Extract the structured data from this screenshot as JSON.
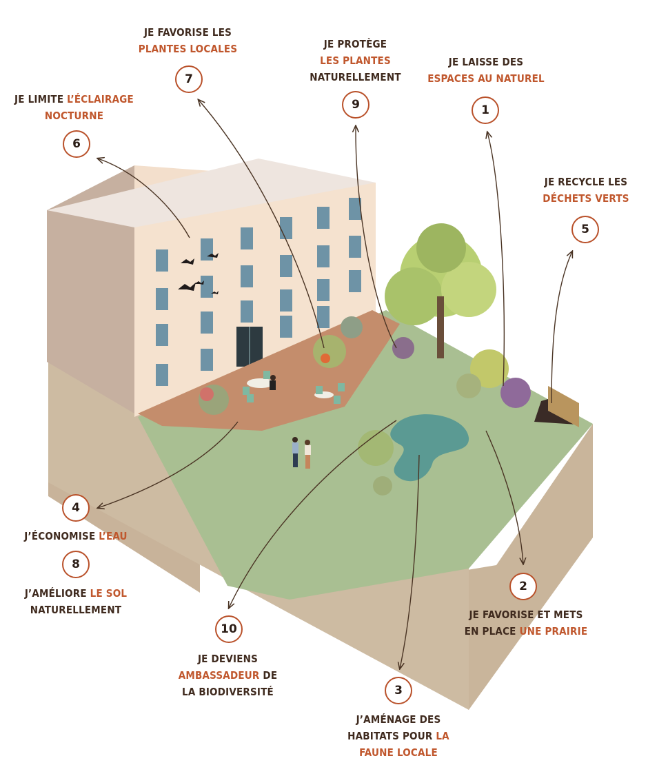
{
  "colors": {
    "accent": "#c0572d",
    "text": "#3f2a1e",
    "badge_border": "#b9512a"
  },
  "items": [
    {
      "number": "1",
      "parts": [
        {
          "t": "JE LAISSE DES",
          "hl": false
        },
        {
          "br": true
        },
        {
          "t": "ESPACES AU NATUREL",
          "hl": true
        }
      ]
    },
    {
      "number": "2",
      "parts": [
        {
          "t": "JE FAVORISE ET METS",
          "hl": false
        },
        {
          "br": true
        },
        {
          "t": "EN PLACE ",
          "hl": false
        },
        {
          "t": "UNE PRAIRIE",
          "hl": true
        }
      ]
    },
    {
      "number": "3",
      "parts": [
        {
          "t": "J’AMÉNAGE DES",
          "hl": false
        },
        {
          "br": true
        },
        {
          "t": "HABITATS POUR ",
          "hl": false
        },
        {
          "t": "LA",
          "hl": true
        },
        {
          "br": true
        },
        {
          "t": "FAUNE LOCALE",
          "hl": true
        }
      ]
    },
    {
      "number": "4",
      "parts": [
        {
          "t": "J’ÉCONOMISE ",
          "hl": false
        },
        {
          "t": "L’EAU",
          "hl": true
        }
      ]
    },
    {
      "number": "5",
      "parts": [
        {
          "t": "JE RECYCLE LES",
          "hl": false
        },
        {
          "br": true
        },
        {
          "t": "DÉCHETS VERTS",
          "hl": true
        }
      ]
    },
    {
      "number": "6",
      "parts": [
        {
          "t": "JE LIMITE ",
          "hl": false
        },
        {
          "t": "L’ÉCLAIRAGE",
          "hl": true
        },
        {
          "br": true
        },
        {
          "t": "NOCTURNE",
          "hl": true
        }
      ]
    },
    {
      "number": "7",
      "parts": [
        {
          "t": "JE FAVORISE LES",
          "hl": false
        },
        {
          "br": true
        },
        {
          "t": "PLANTES LOCALES",
          "hl": true
        }
      ]
    },
    {
      "number": "8",
      "parts": [
        {
          "t": "J’AMÉLIORE ",
          "hl": false
        },
        {
          "t": "LE SOL",
          "hl": true
        },
        {
          "br": true
        },
        {
          "t": "NATURELLEMENT",
          "hl": false
        }
      ]
    },
    {
      "number": "9",
      "parts": [
        {
          "t": "JE PROTÈGE",
          "hl": false
        },
        {
          "br": true
        },
        {
          "t": "LES PLANTES",
          "hl": true
        },
        {
          "br": true
        },
        {
          "t": "NATURELLEMENT",
          "hl": false
        }
      ]
    },
    {
      "number": "10",
      "parts": [
        {
          "t": "JE DEVIENS",
          "hl": false
        },
        {
          "br": true
        },
        {
          "t": "AMBASSADEUR",
          "hl": true
        },
        {
          "t": " DE",
          "hl": false
        },
        {
          "br": true
        },
        {
          "t": "LA BIODIVERSITÉ",
          "hl": false
        }
      ]
    }
  ]
}
